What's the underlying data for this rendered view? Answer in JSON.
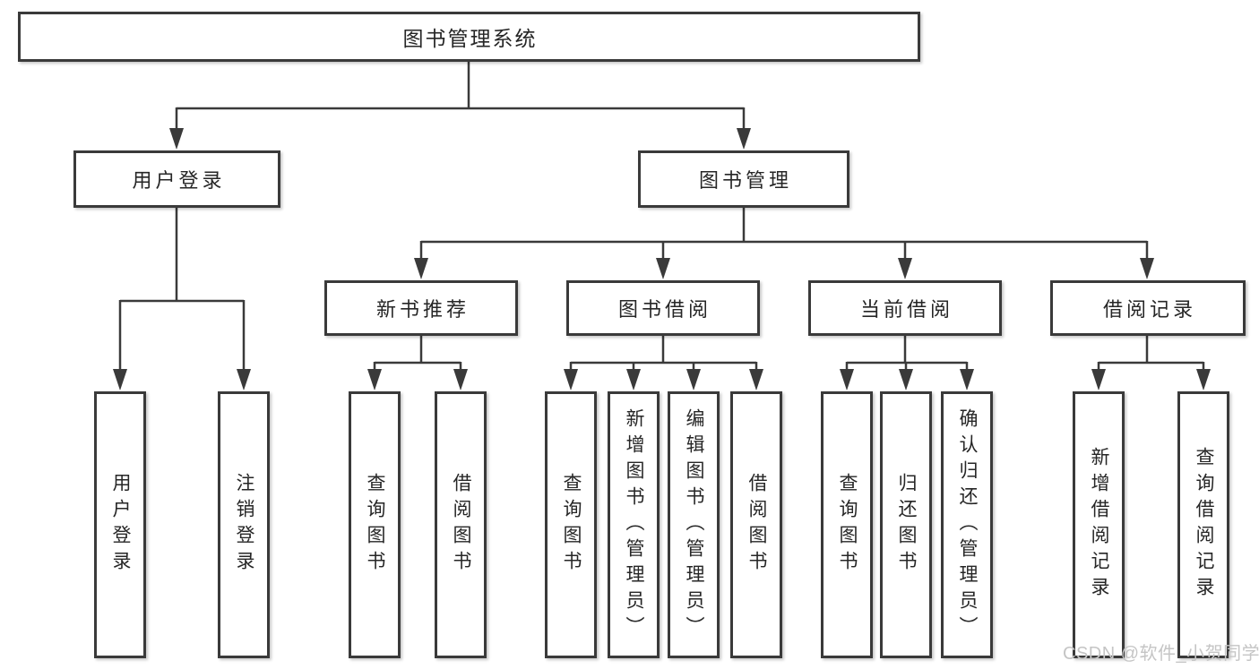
{
  "diagram": {
    "type": "hierarchy-tree",
    "tree": {
      "label": "图书管理系统",
      "children": [
        {
          "label": "用户登录",
          "children": [
            {
              "label": "用户登录"
            },
            {
              "label": "注销登录"
            }
          ]
        },
        {
          "label": "图书管理",
          "children": [
            {
              "label": "新书推荐",
              "children": [
                {
                  "label": "查询图书"
                },
                {
                  "label": "借阅图书"
                }
              ]
            },
            {
              "label": "图书借阅",
              "children": [
                {
                  "label": "查询图书"
                },
                {
                  "label": "新增图书（管理员）"
                },
                {
                  "label": "编辑图书（管理员）"
                },
                {
                  "label": "借阅图书"
                }
              ]
            },
            {
              "label": "当前借阅",
              "children": [
                {
                  "label": "查询图书"
                },
                {
                  "label": "归还图书"
                },
                {
                  "label": "确认归还（管理员）"
                }
              ]
            },
            {
              "label": "借阅记录",
              "children": [
                {
                  "label": "新增借阅记录"
                },
                {
                  "label": "查询借阅记录"
                }
              ]
            }
          ]
        }
      ]
    },
    "colors": {
      "line": "#3a3a3a",
      "box_border": "#3a3a3a",
      "box_fill": "#ffffff",
      "text": "#262626",
      "background": "#ffffff",
      "watermark": "#c5c5c5"
    }
  },
  "watermark": {
    "text": "CSDN @软件_小贺同学"
  }
}
